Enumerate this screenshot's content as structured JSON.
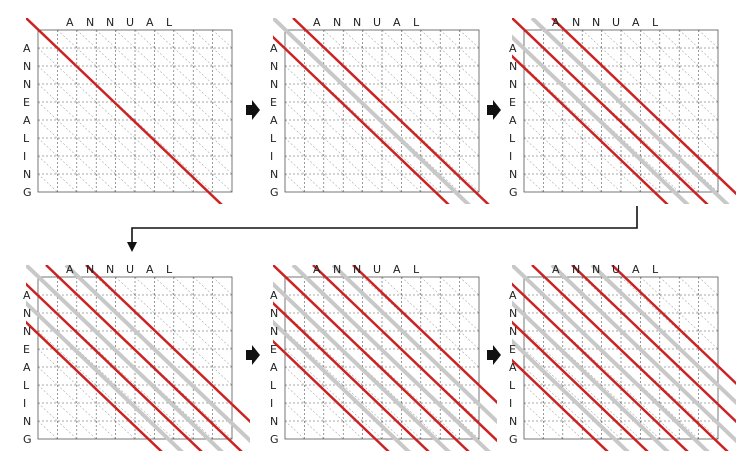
{
  "top_string": [
    "A",
    "N",
    "N",
    "U",
    "A",
    "L"
  ],
  "side_string": [
    "A",
    "N",
    "N",
    "E",
    "A",
    "L",
    "I",
    "N",
    "G"
  ],
  "grid": {
    "columns": 10,
    "rows": 9
  },
  "colors": {
    "highlight_line": "#cc2222",
    "shadow_line": "#c8c8c8",
    "grid_line": "#555555",
    "arrow": "#111111",
    "text": "#222222"
  },
  "panels": [
    {
      "id": "step-1",
      "red_diagonals": [
        0
      ],
      "gray_diagonals": []
    },
    {
      "id": "step-2",
      "red_diagonals": [
        -1,
        1
      ],
      "gray_diagonals": [
        0
      ]
    },
    {
      "id": "step-3",
      "red_diagonals": [
        -2,
        0,
        2
      ],
      "gray_diagonals": [
        -1,
        1
      ]
    },
    {
      "id": "step-4",
      "red_diagonals": [
        -3,
        -1,
        1,
        3
      ],
      "gray_diagonals": [
        -2,
        0,
        2
      ]
    },
    {
      "id": "step-5",
      "red_diagonals": [
        -4,
        -2,
        0,
        2,
        4
      ],
      "gray_diagonals": [
        -3,
        -1,
        1,
        3
      ]
    },
    {
      "id": "step-6",
      "red_diagonals": [
        -5,
        -3,
        -1,
        1,
        3,
        5
      ],
      "gray_diagonals": [
        -4,
        -2,
        0,
        2,
        4
      ]
    }
  ],
  "transitions": [
    {
      "from": "step-1",
      "to": "step-2",
      "icon": "right-arrow-icon"
    },
    {
      "from": "step-2",
      "to": "step-3",
      "icon": "right-arrow-icon"
    },
    {
      "from": "step-3",
      "to": "step-4",
      "icon": "wrap-arrow-icon"
    },
    {
      "from": "step-4",
      "to": "step-5",
      "icon": "right-arrow-icon"
    },
    {
      "from": "step-5",
      "to": "step-6",
      "icon": "right-arrow-icon"
    }
  ]
}
